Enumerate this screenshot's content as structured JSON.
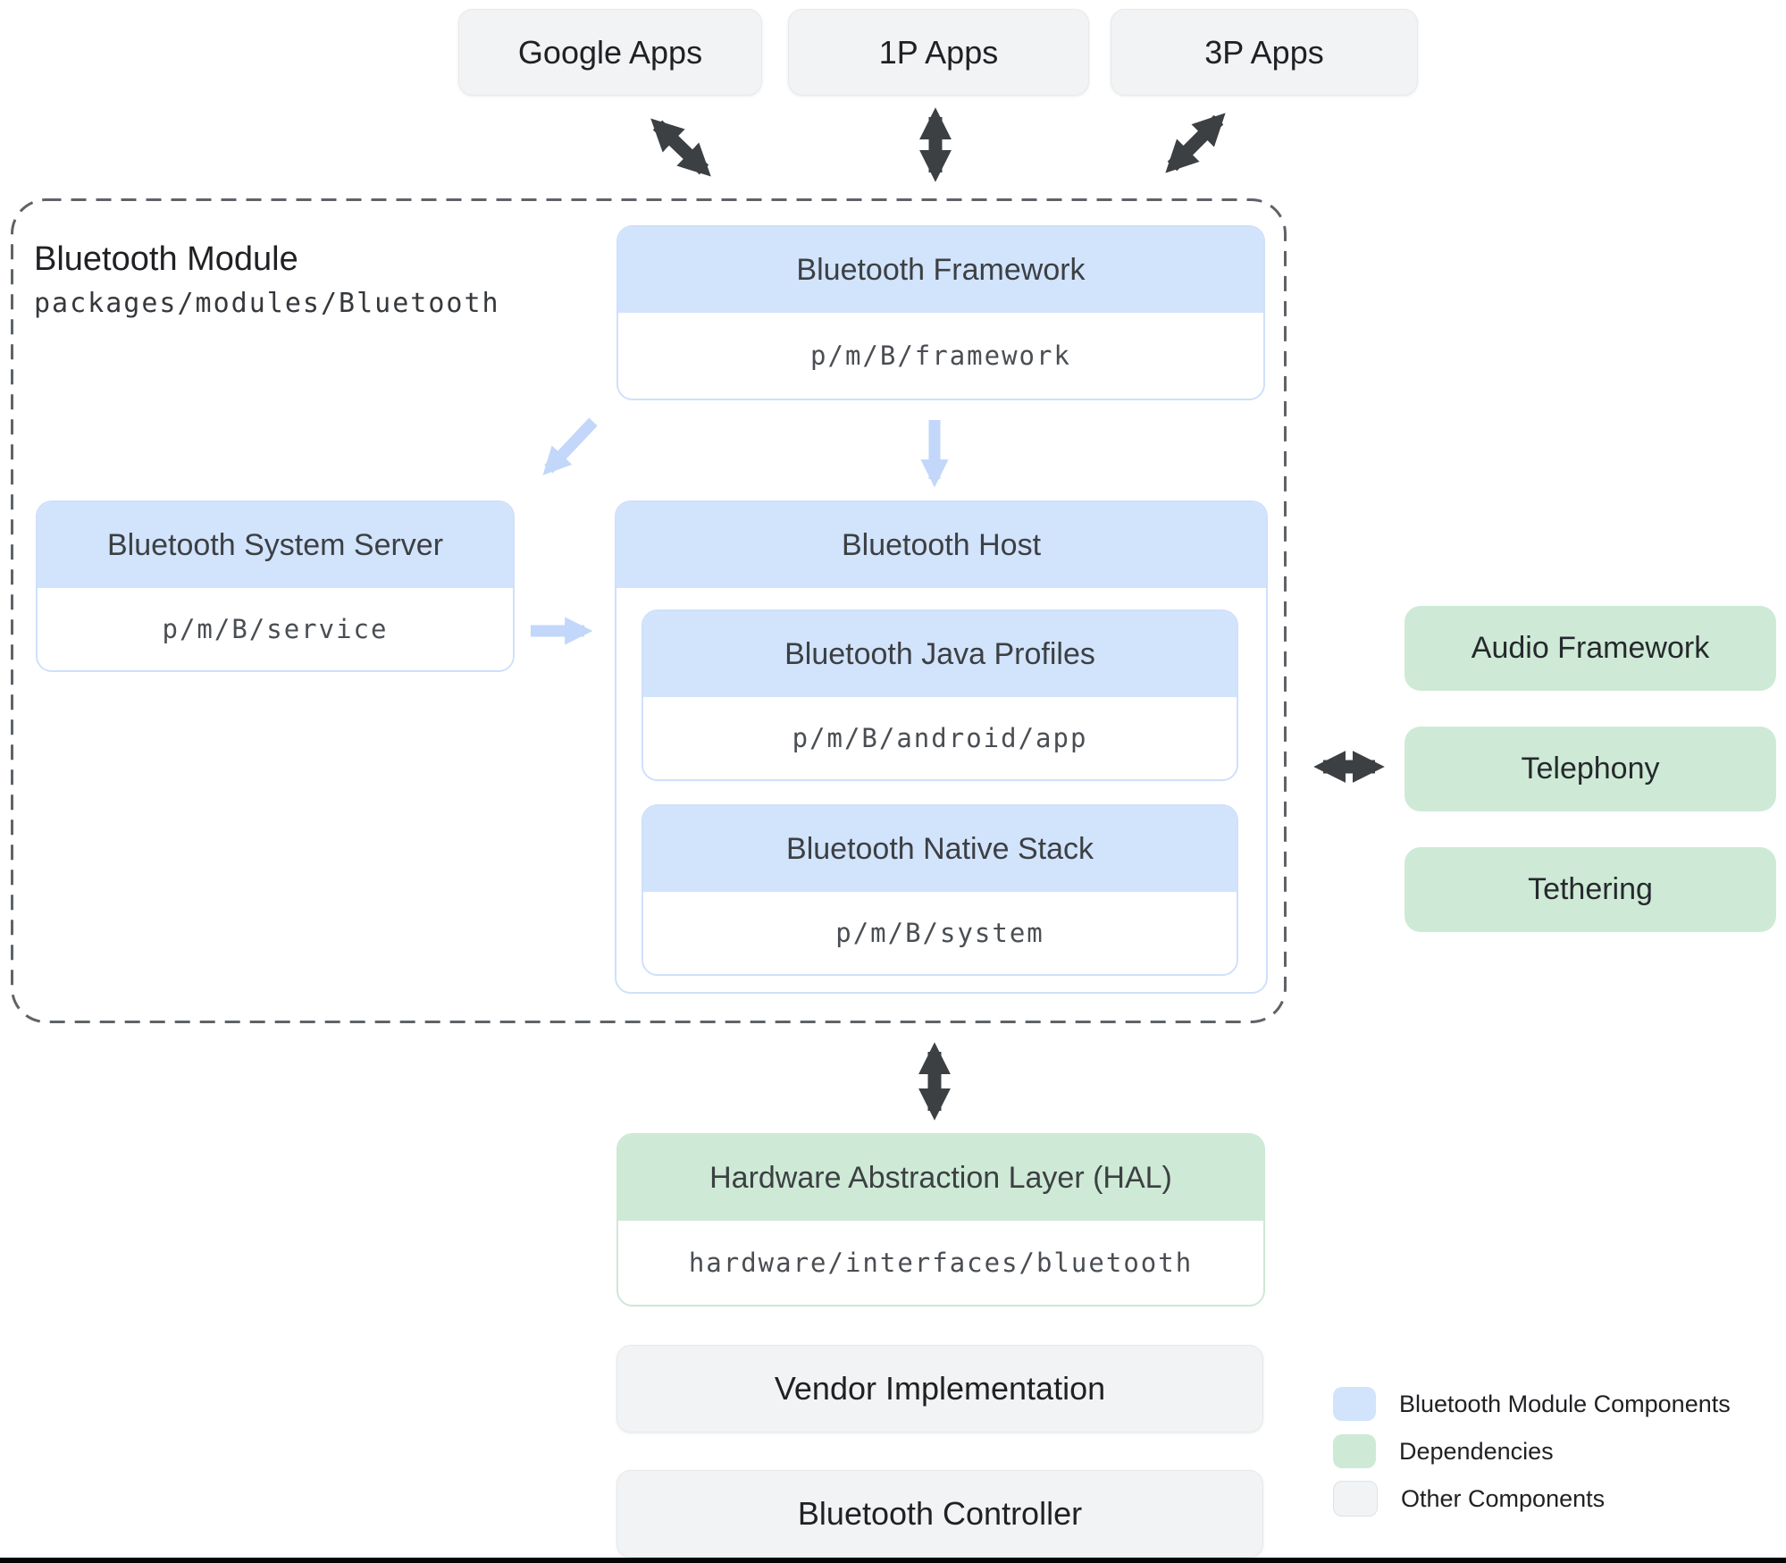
{
  "apps_row": [
    {
      "label": "Google Apps"
    },
    {
      "label": "1P Apps"
    },
    {
      "label": "3P Apps"
    }
  ],
  "module": {
    "title": "Bluetooth Module",
    "path": "packages/modules/Bluetooth",
    "framework": {
      "title": "Bluetooth Framework",
      "path": "p/m/B/framework"
    },
    "system_server": {
      "title": "Bluetooth System Server",
      "path": "p/m/B/service"
    },
    "host": {
      "title": "Bluetooth Host",
      "java_profiles": {
        "title": "Bluetooth Java Profiles",
        "path": "p/m/B/android/app"
      },
      "native_stack": {
        "title": "Bluetooth Native Stack",
        "path": "p/m/B/system"
      }
    }
  },
  "dependencies": [
    {
      "label": "Audio Framework"
    },
    {
      "label": "Telephony"
    },
    {
      "label": "Tethering"
    }
  ],
  "hal": {
    "title": "Hardware Abstraction Layer (HAL)",
    "path": "hardware/interfaces/bluetooth"
  },
  "other_components": [
    {
      "label": "Vendor Implementation"
    },
    {
      "label": "Bluetooth Controller"
    }
  ],
  "legend": {
    "items": [
      {
        "label": "Bluetooth Module Components",
        "color": "#d2e3fc"
      },
      {
        "label": "Dependencies",
        "color": "#ceead6"
      },
      {
        "label": "Other Components",
        "color": "#f1f3f4"
      }
    ]
  },
  "colors": {
    "module_fill": "#d2e3fc",
    "module_border": "#cfe0fb",
    "dependency_fill": "#ceead6",
    "other_fill": "#f1f3f4",
    "arrow_dark": "#3c4043",
    "arrow_light": "#c2d7fa",
    "dashed_border": "#5f6368",
    "text_dark": "#202124",
    "text_header": "#3c4043"
  }
}
